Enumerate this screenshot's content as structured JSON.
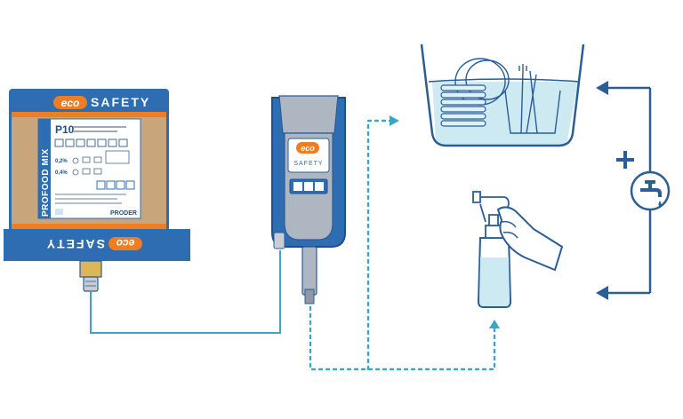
{
  "colors": {
    "brand_blue": "#2f6db3",
    "dark_blue": "#1f4f93",
    "orange": "#ef7d22",
    "tan": "#c9a57c",
    "flow_line": "#3aa6c6",
    "water": "#cdeaf3",
    "outline": "#2b5d96",
    "dispenser_grey": "#aeb6c2"
  },
  "box": {
    "brand_eco": "eco",
    "brand_safety": "SAFETY",
    "product_side": "PROFOOD MIX",
    "product_code": "P10",
    "dose_1": "0,2%",
    "dose_2": "0,4%",
    "maker": "PRODER"
  },
  "dispenser": {
    "brand_eco": "eco",
    "brand_safety": "SAFETY"
  },
  "icons": {
    "add": "plus-icon",
    "tap": "water-tap-icon",
    "sink": "sink-icon",
    "spray": "spray-bottle-icon"
  }
}
